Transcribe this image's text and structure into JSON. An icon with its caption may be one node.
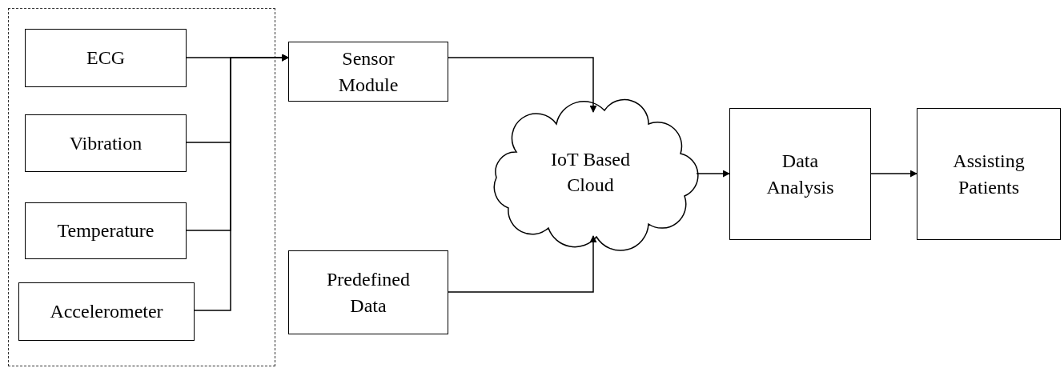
{
  "diagram": {
    "nodes": [
      {
        "text": [],
        "shape": "box"
      },
      {
        "text": [
          "ECG"
        ],
        "in": 0
      },
      {
        "text": [
          "Vibration"
        ],
        "in": 0
      },
      {
        "text": [
          "Temperature"
        ],
        "in": 0
      },
      {
        "text": [
          "Accelerometer"
        ],
        "in": 0
      },
      {
        "text": [
          "Sensor Module"
        ]
      },
      {
        "text": [
          "IoT Based Cloud"
        ]
      },
      {
        "text": [
          "Predefined Data"
        ]
      },
      {
        "text": [
          "Data Analysis"
        ]
      },
      {
        "text": [
          "Assisting Patients"
        ]
      }
    ],
    "edges": [
      {
        "from": 1,
        "to": 5,
        "arrow": "to"
      },
      {
        "from": 2,
        "to": 5,
        "arrow": "to"
      },
      {
        "from": 3,
        "to": 5,
        "arrow": "to"
      },
      {
        "from": 4,
        "to": 5,
        "arrow": "to"
      },
      {
        "from": 5,
        "to": 6,
        "arrow": "to"
      },
      {
        "from": 7,
        "to": 6,
        "arrow": "to"
      },
      {
        "from": 6,
        "to": 8,
        "arrow": "to"
      },
      {
        "from": 8,
        "to": 9,
        "arrow": "to"
      }
    ]
  }
}
